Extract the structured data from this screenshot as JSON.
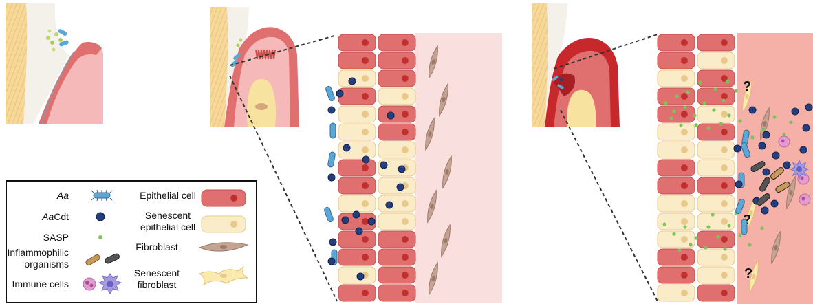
{
  "legend": {
    "items": {
      "aa": {
        "label_italic": "Aa",
        "label_rest": ""
      },
      "aacdt": {
        "label_italic": "Aa",
        "label_rest": "Cdt"
      },
      "sasp": {
        "label": "SASP"
      },
      "inflammophilic_1": {
        "label": "Inflammophilic"
      },
      "inflammophilic_2": {
        "label": "organisms"
      },
      "immune": {
        "label": "Immune cells"
      },
      "epithelial": {
        "label": "Epithelial cell"
      },
      "senescent_epi_1": {
        "label": "Senescent"
      },
      "senescent_epi_2": {
        "label": "epithelial cell"
      },
      "fibroblast": {
        "label": "Fibroblast"
      },
      "senescent_fib_1": {
        "label": "Senescent"
      },
      "senescent_fib_2": {
        "label": "fibroblast"
      }
    }
  },
  "annotations": {
    "question_mark": "?"
  },
  "colors": {
    "epithelial": "#e0706f",
    "epithelial_dark": "#c94f4d",
    "nucleus": "#c0302f",
    "senescent_cell": "#faecc9",
    "senescent_nucleus": "#e8c98a",
    "aa_bacteria": "#5ba7d8",
    "aacdt": "#233f80",
    "sasp": "#7cc35a",
    "fibroblast": "#c4a393",
    "senescent_fibroblast": "#fbeab0",
    "tooth": "#f6d89a",
    "gingiva": "#f4b9b8",
    "lamina": "#f8dedd",
    "immune_pink": "#e39bd0",
    "immune_purple": "#a49be0",
    "organism_brown": "#c79a5c",
    "organism_dark": "#555555"
  }
}
